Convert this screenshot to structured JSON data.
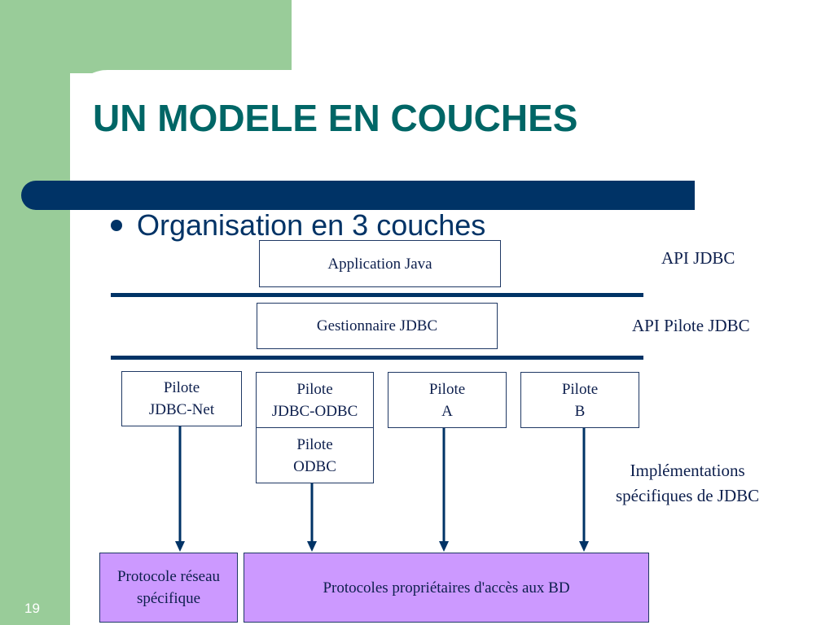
{
  "title": "UN MODELE EN COUCHES",
  "bullet": "Organisation en 3 couches",
  "boxes": {
    "app_java": "Application Java",
    "gestionnaire": "Gestionnaire JDBC",
    "pilote_jdbc_net": [
      "Pilote",
      "JDBC-Net"
    ],
    "pilote_jdbc_odbc": [
      "Pilote",
      "JDBC-ODBC"
    ],
    "pilote_odbc": [
      "Pilote",
      "ODBC"
    ],
    "pilote_a": [
      "Pilote",
      "A"
    ],
    "pilote_b": [
      "Pilote",
      "B"
    ],
    "protocole_reseau": [
      "Protocole réseau",
      "spécifique"
    ],
    "protocoles_proprietaires": "Protocoles propriétaires d'accès aux BD"
  },
  "labels": {
    "api_jdbc": "API JDBC",
    "api_pilote": "API Pilote JDBC",
    "implementations": [
      "Implémentations",
      "spécifiques de JDBC"
    ]
  },
  "colors": {
    "green_band": "#99cc99",
    "title": "#006666",
    "navy": "#003366",
    "purple_box": "#cc99ff"
  },
  "slide_number": "19"
}
